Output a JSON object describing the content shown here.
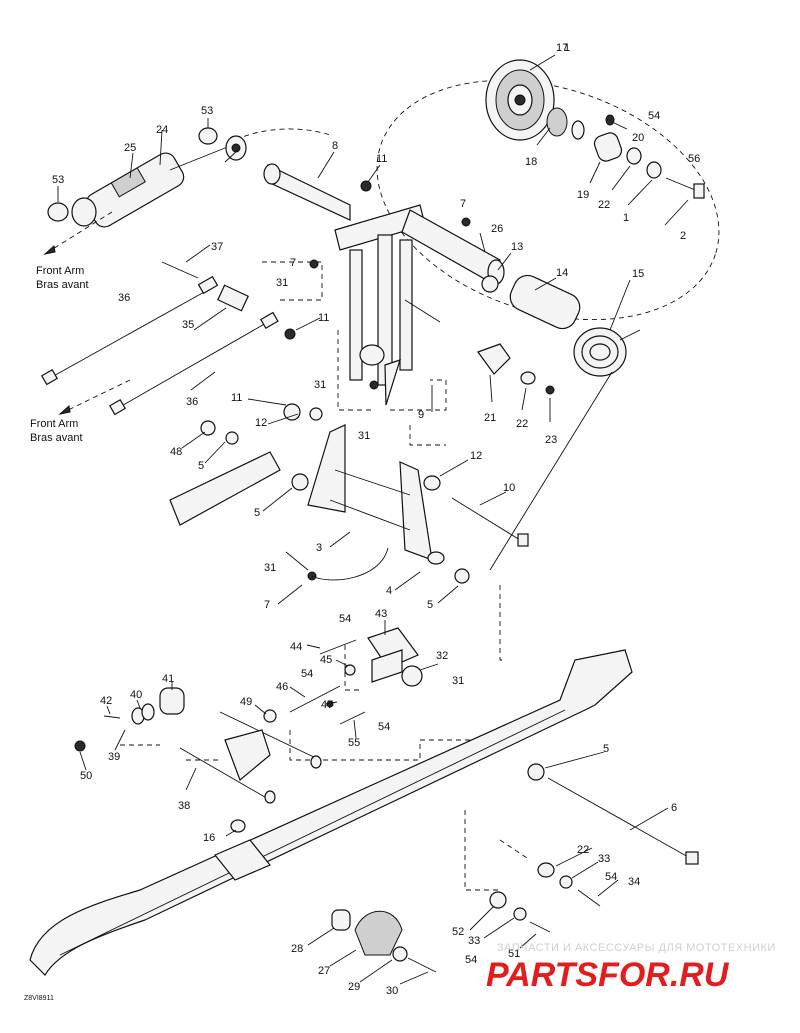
{
  "callouts": [
    "1",
    "2",
    "3",
    "4",
    "5",
    "5",
    "5",
    "5",
    "5",
    "6",
    "7",
    "7",
    "7",
    "8",
    "9",
    "10",
    "11",
    "11",
    "11",
    "11",
    "12",
    "12",
    "13",
    "14",
    "15",
    "16",
    "17",
    "18",
    "19",
    "20",
    "21",
    "22",
    "22",
    "22",
    "23",
    "24",
    "25",
    "26",
    "27",
    "28",
    "29",
    "30",
    "31",
    "31",
    "31",
    "31",
    "31",
    "31",
    "31",
    "32",
    "33",
    "33",
    "34",
    "35",
    "36",
    "36",
    "37",
    "38",
    "39",
    "40",
    "41",
    "42",
    "43",
    "44",
    "45",
    "46",
    "47",
    "48",
    "49",
    "50",
    "51",
    "52",
    "53",
    "53",
    "54",
    "54",
    "54",
    "54",
    "54",
    "54",
    "55",
    "56"
  ],
  "notes": {
    "front_arm_1": "Front Arm",
    "bras_avant_1": "Bras avant",
    "front_arm_2": "Front Arm",
    "bras_avant_2": "Bras avant"
  },
  "watermark": {
    "subtitle": "ЗАПЧАСТИ И АКСЕССУАРЫ ДЛЯ МОТОТЕХНИКИ",
    "brand": "PARTSFOR.RU",
    "brand_color": "#e31d1d"
  },
  "drawing_ref": "Z8VI8911"
}
